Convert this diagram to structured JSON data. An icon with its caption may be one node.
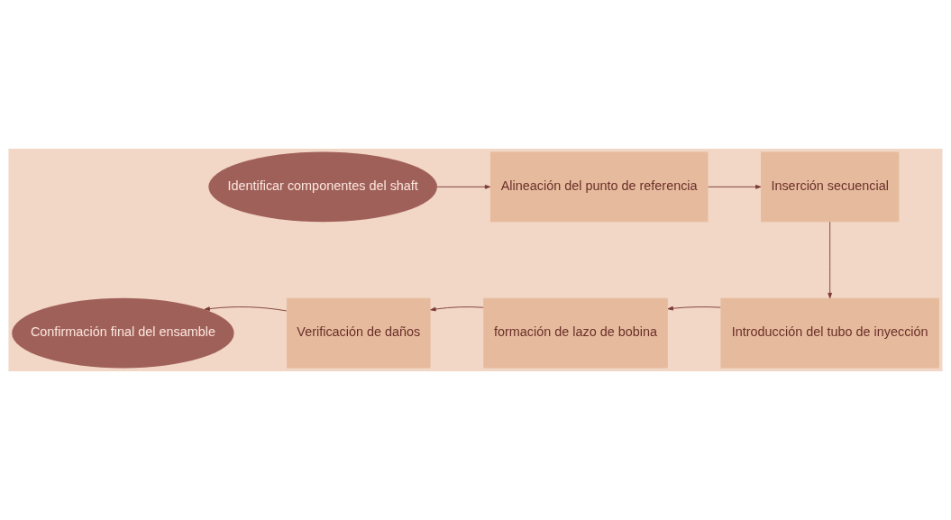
{
  "diagram": {
    "nodes": [
      {
        "text": [
          "Identificar componentes del shaft"
        ]
      },
      {
        "text": [
          "Alineación del punto de referencia"
        ]
      },
      {
        "text": [
          "Inserción secuencial"
        ]
      },
      {
        "text": [
          "Introducción del tubo de inyección"
        ]
      },
      {
        "text": [
          "formación de lazo de bobina"
        ]
      },
      {
        "text": [
          "Verificación de daños"
        ]
      },
      {
        "text": [
          "Confirmación final del ensamble"
        ]
      }
    ],
    "edges": [
      {
        "from": 0,
        "to": 1,
        "arrow": "to"
      },
      {
        "from": 1,
        "to": 2,
        "arrow": "to"
      },
      {
        "from": 2,
        "to": 3,
        "arrow": "to"
      },
      {
        "from": 3,
        "to": 4,
        "arrow": "to"
      },
      {
        "from": 4,
        "to": 5,
        "arrow": "to"
      },
      {
        "from": 5,
        "to": 6,
        "arrow": "to"
      }
    ]
  }
}
